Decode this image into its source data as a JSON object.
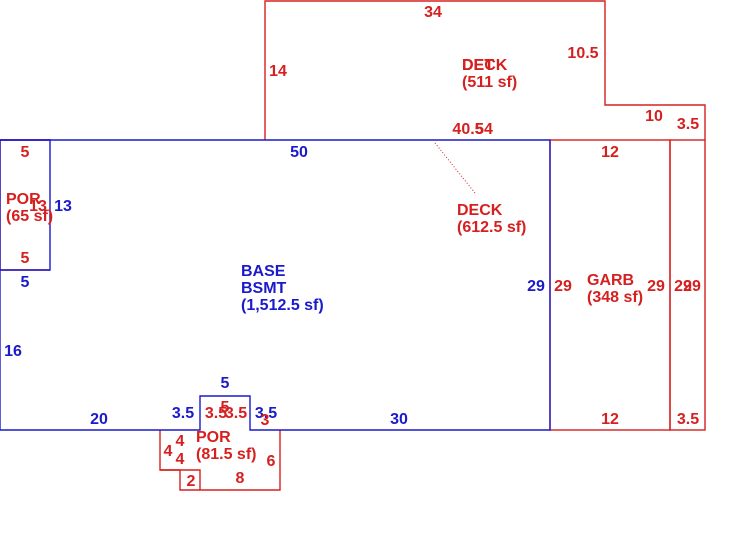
{
  "colors": {
    "base": "#1a1acc",
    "addition": "#d62020"
  },
  "deck_upper": {
    "name": "DET",
    "name_overlap": "DECK",
    "area": "(511 sf)",
    "dims": {
      "top": "34",
      "left": "14",
      "right": "10.5",
      "step_top": "10",
      "step_right": "3.5",
      "bottom_a": "40.5",
      "bottom_b": "54"
    }
  },
  "deck_lower": {
    "name": "DECK",
    "area": "(612.5 sf)"
  },
  "base": {
    "name": "BASE",
    "name2": "BSMT",
    "area": "(1,512.5 sf)",
    "dims": {
      "top": "50",
      "right": "29",
      "left": "16",
      "left_upper": "5",
      "bottom_left": "20",
      "bottom_right": "30",
      "notch_top": "5",
      "notch_left": "3.5",
      "notch_right": "3.5",
      "side": "13"
    }
  },
  "porch_left": {
    "name": "POR",
    "area": "(65 sf)",
    "dims": {
      "top": "5",
      "bottom": "5",
      "side": "13"
    }
  },
  "garage": {
    "name": "GARB",
    "area": "(348 sf)",
    "dims": {
      "top": "12",
      "bottom": "12",
      "left": "29",
      "right": "29",
      "strip_right": "29",
      "strip_overlap": "29",
      "strip_bottom": "3.5"
    }
  },
  "porch_bottom": {
    "name": "POR",
    "area": "(81.5 sf)",
    "dims": {
      "a": "3.5",
      "b": "5",
      "c": "3.5",
      "d": "3",
      "e": "4",
      "f": "4",
      "g": "4",
      "h": "2",
      "i": "8",
      "j": "6"
    }
  }
}
